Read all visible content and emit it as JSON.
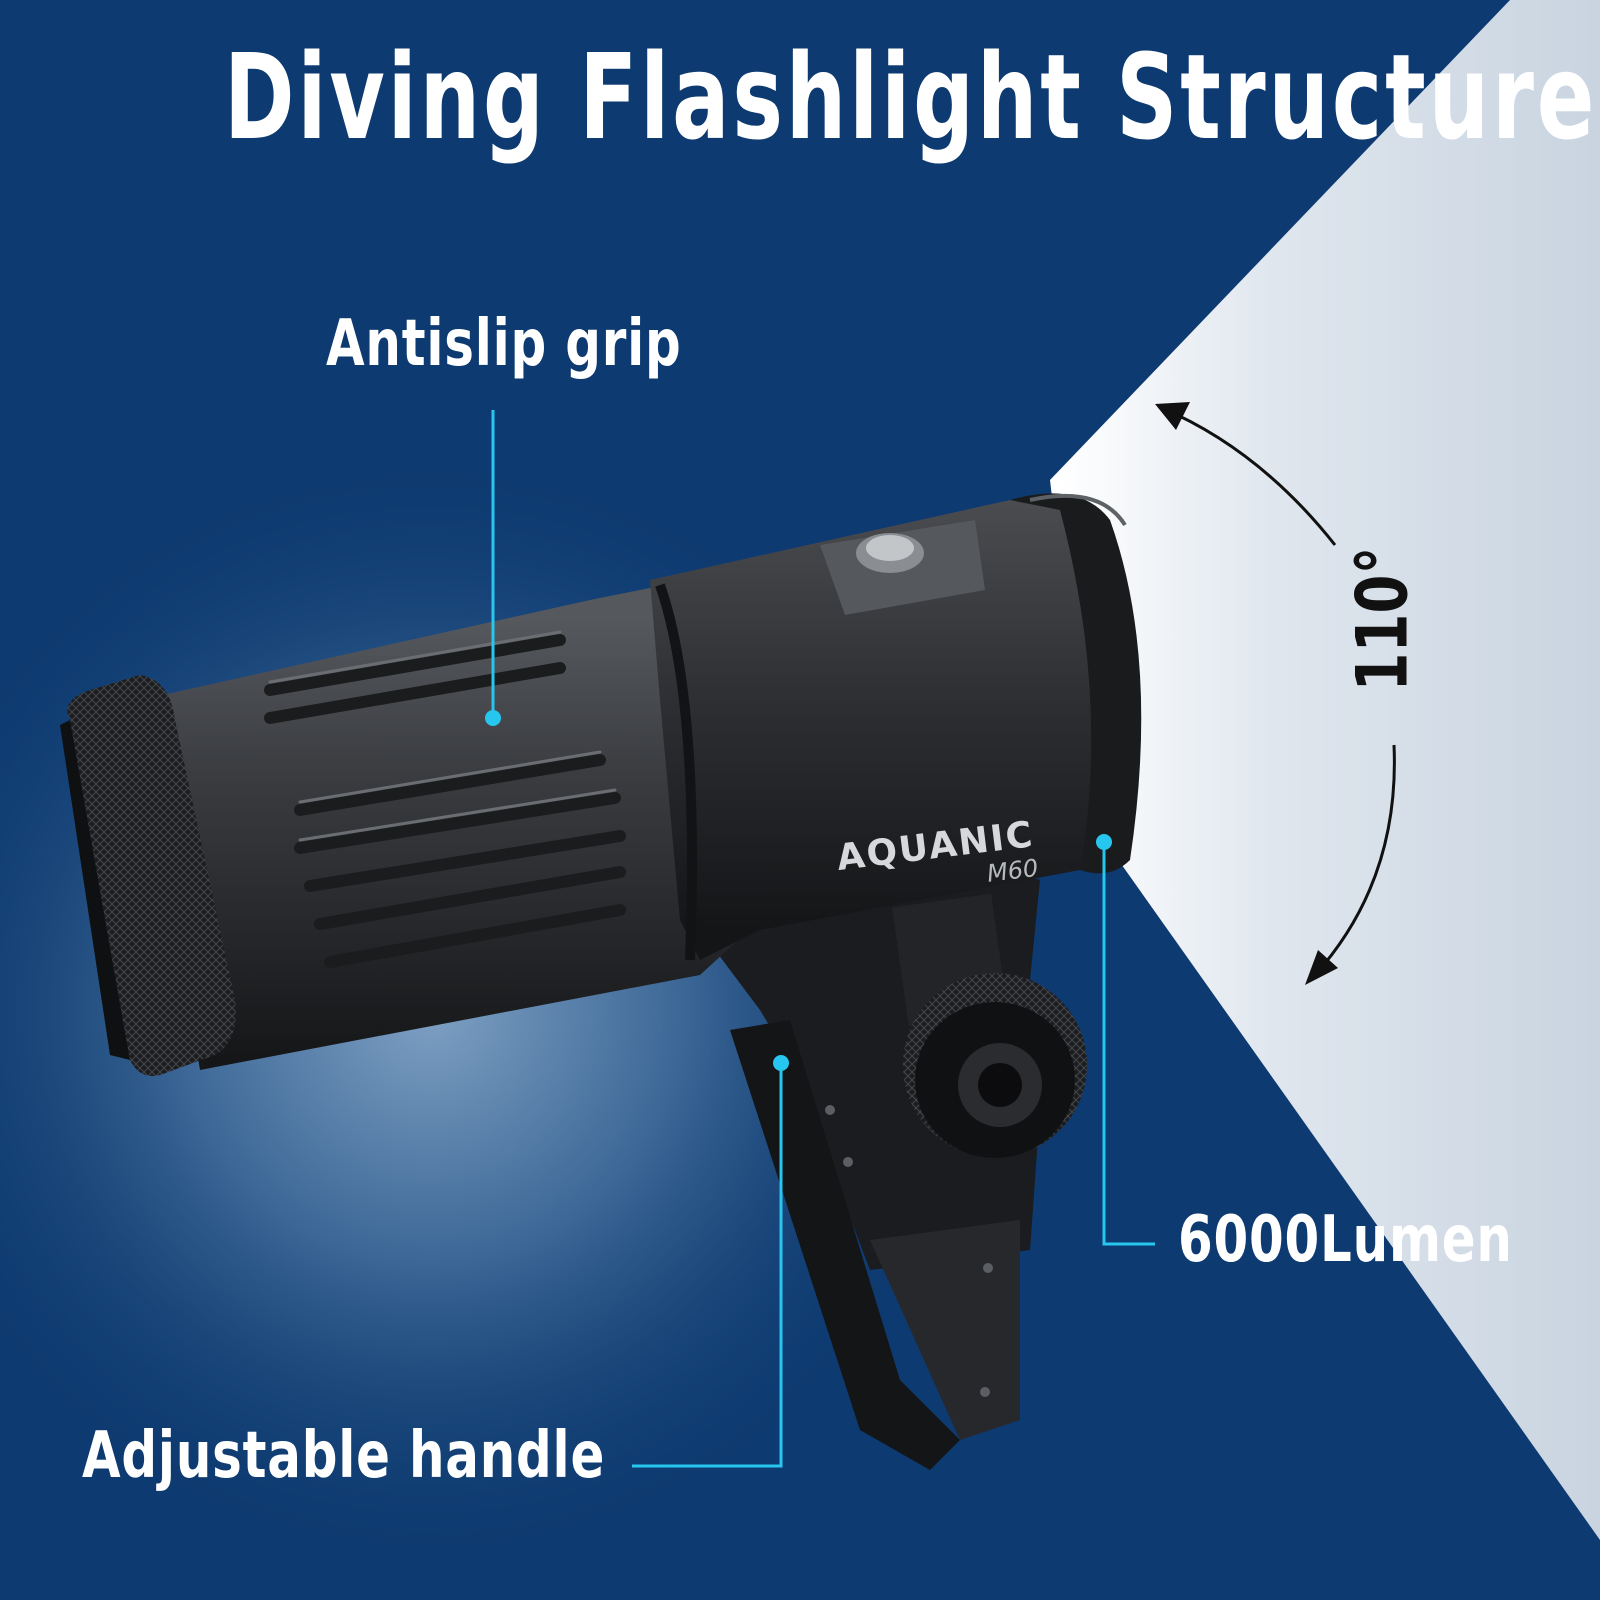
{
  "title": "Diving Flashlight Structure",
  "callouts": {
    "grip": "Antislip grip",
    "lumen": "6000Lumen",
    "handle": "Adjustable handle"
  },
  "beam_angle": "110°",
  "product": {
    "brand": "AQUANIC",
    "model": "M60"
  },
  "colors": {
    "background": "#0d3a70",
    "beam": "#d5dee7",
    "callout_line": "#27c6ef",
    "text": "#ffffff",
    "angle_text": "#111111",
    "body": "#2b2d31"
  }
}
